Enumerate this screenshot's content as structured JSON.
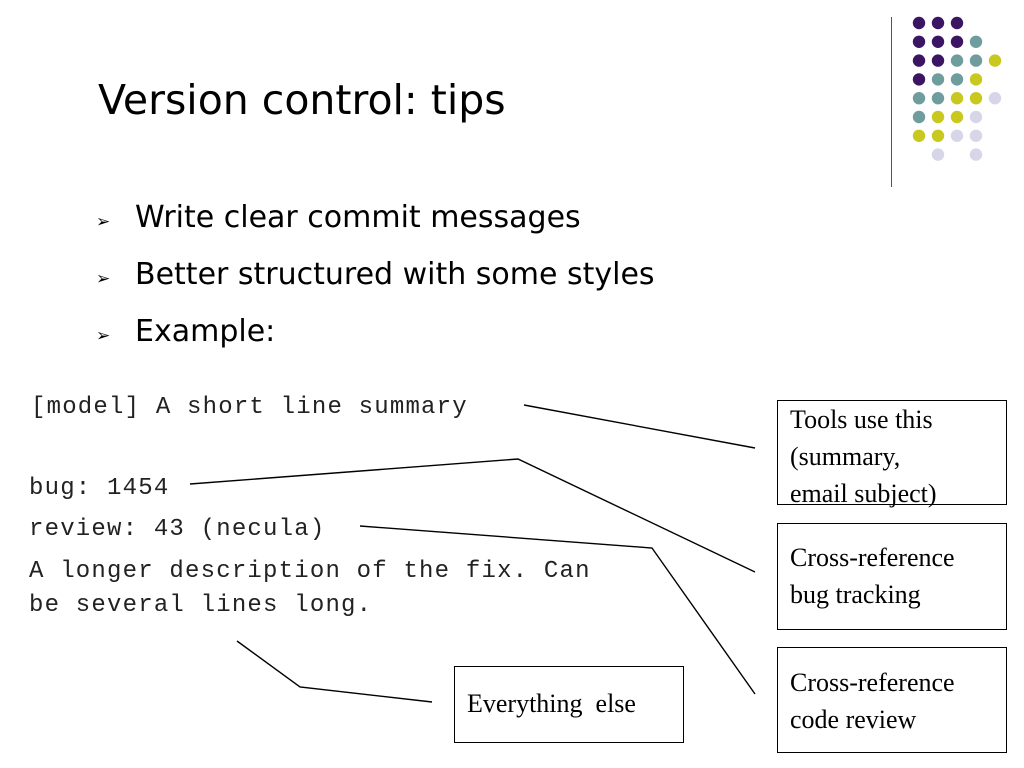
{
  "slide": {
    "title": "Version control: tips",
    "bullets": [
      {
        "marker": "➢",
        "text": "Write clear commit messages"
      },
      {
        "marker": "➢",
        "text": "Better structured with some styles"
      },
      {
        "marker": "➢",
        "text": "Example:"
      }
    ]
  },
  "commit_example": {
    "summary_line": "[model] A short line summary",
    "bug_line": "bug: 1454",
    "review_line": "review: 43 (necula)",
    "description_line_1": "A longer description of the fix. Can",
    "description_line_2": "be several lines long."
  },
  "callouts": {
    "tools": [
      "Tools use this",
      "(summary,",
      "email subject)"
    ],
    "bug_tracking": [
      "Cross-reference",
      "bug tracking"
    ],
    "code_review": [
      "Cross-reference",
      "code review"
    ],
    "everything_else": "Everything  else"
  },
  "theme": {
    "dot_purple": "#3b1463",
    "dot_teal": "#6f9c9c",
    "dot_yellow": "#c8c81e",
    "dot_lavender": "#d6d6e8"
  }
}
